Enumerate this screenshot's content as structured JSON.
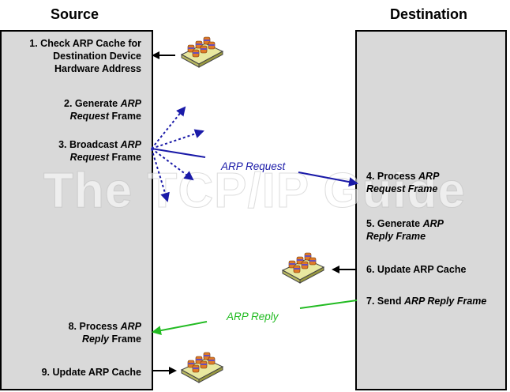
{
  "titles": {
    "source": "Source",
    "destination": "Destination"
  },
  "watermark": "The TCP/IP Guide",
  "steps": {
    "s1": {
      "line1": "1. Check ARP Cache for",
      "line2": "Destination Device",
      "line3": "Hardware Address"
    },
    "s2": {
      "pre": "2. Generate ",
      "em1": "ARP",
      "em2": "Request",
      "post": " Frame"
    },
    "s3": {
      "pre": "3. Broadcast ",
      "em1": "ARP",
      "em2": "Request",
      "post": " Frame"
    },
    "s4": {
      "pre": "4. Process ",
      "em1": "ARP",
      "em2": "Request Frame"
    },
    "s5": {
      "pre": "5. Generate ",
      "em1": "ARP",
      "em2": "Reply Frame"
    },
    "s6": {
      "text": "6. Update ARP Cache"
    },
    "s7": {
      "pre": "7. Send ",
      "em1": "ARP Reply Frame"
    },
    "s8": {
      "pre": "8. Process ",
      "em1": "ARP",
      "em2": "Reply",
      "post": " Frame"
    },
    "s9": {
      "text": "9. Update ARP Cache"
    }
  },
  "labels": {
    "request": "ARP Request",
    "reply": "ARP Reply"
  },
  "colors": {
    "panel": "#d9d9d9",
    "request": "#1a1aa8",
    "reply": "#22bb22",
    "arrow": "#000000"
  },
  "icons": [
    "arp-cache-icon",
    "arp-cache-icon",
    "arp-cache-icon"
  ]
}
